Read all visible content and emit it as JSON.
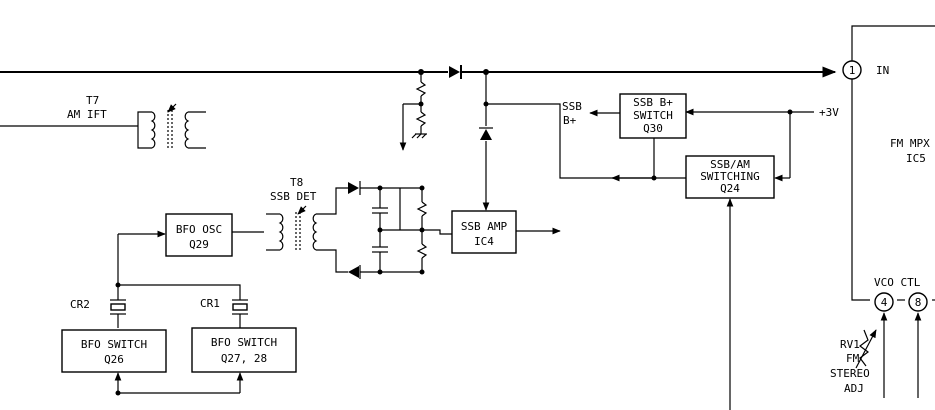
{
  "labels": {
    "t7_ref": "T7",
    "t7_name": "AM IFT",
    "t8_ref": "T8",
    "t8_name": "SSB DET",
    "ssb_b_plus_top": "SSB",
    "ssb_b_plus_bottom": "B+",
    "plus_3v": "+3V",
    "in_pin_number": "1",
    "in_label": "IN",
    "fm_mpx_line1": "FM MPX",
    "fm_mpx_line2": "IC5",
    "vco_ctl": "VCO CTL",
    "pin4": "4",
    "pin8": "8",
    "rv1_ref": "RV1",
    "rv1_line2": "FM",
    "rv1_line3": "STEREO",
    "rv1_line4": "ADJ",
    "cr2": "CR2",
    "cr1": "CR1"
  },
  "blocks": {
    "ssb_b_switch": {
      "line1": "SSB B+",
      "line2": "SWITCH",
      "line3": "Q30"
    },
    "ssb_am_switching": {
      "line1": "SSB/AM",
      "line2": "SWITCHING",
      "line3": "Q24"
    },
    "ssb_amp": {
      "line1": "SSB AMP",
      "line2": "IC4"
    },
    "bfo_osc": {
      "line1": "BFO OSC",
      "line2": "Q29"
    },
    "bfo_switch_q26": {
      "line1": "BFO SWITCH",
      "line2": "Q26"
    },
    "bfo_switch_q27": {
      "line1": "BFO SWITCH",
      "line2": "Q27, 28"
    }
  }
}
